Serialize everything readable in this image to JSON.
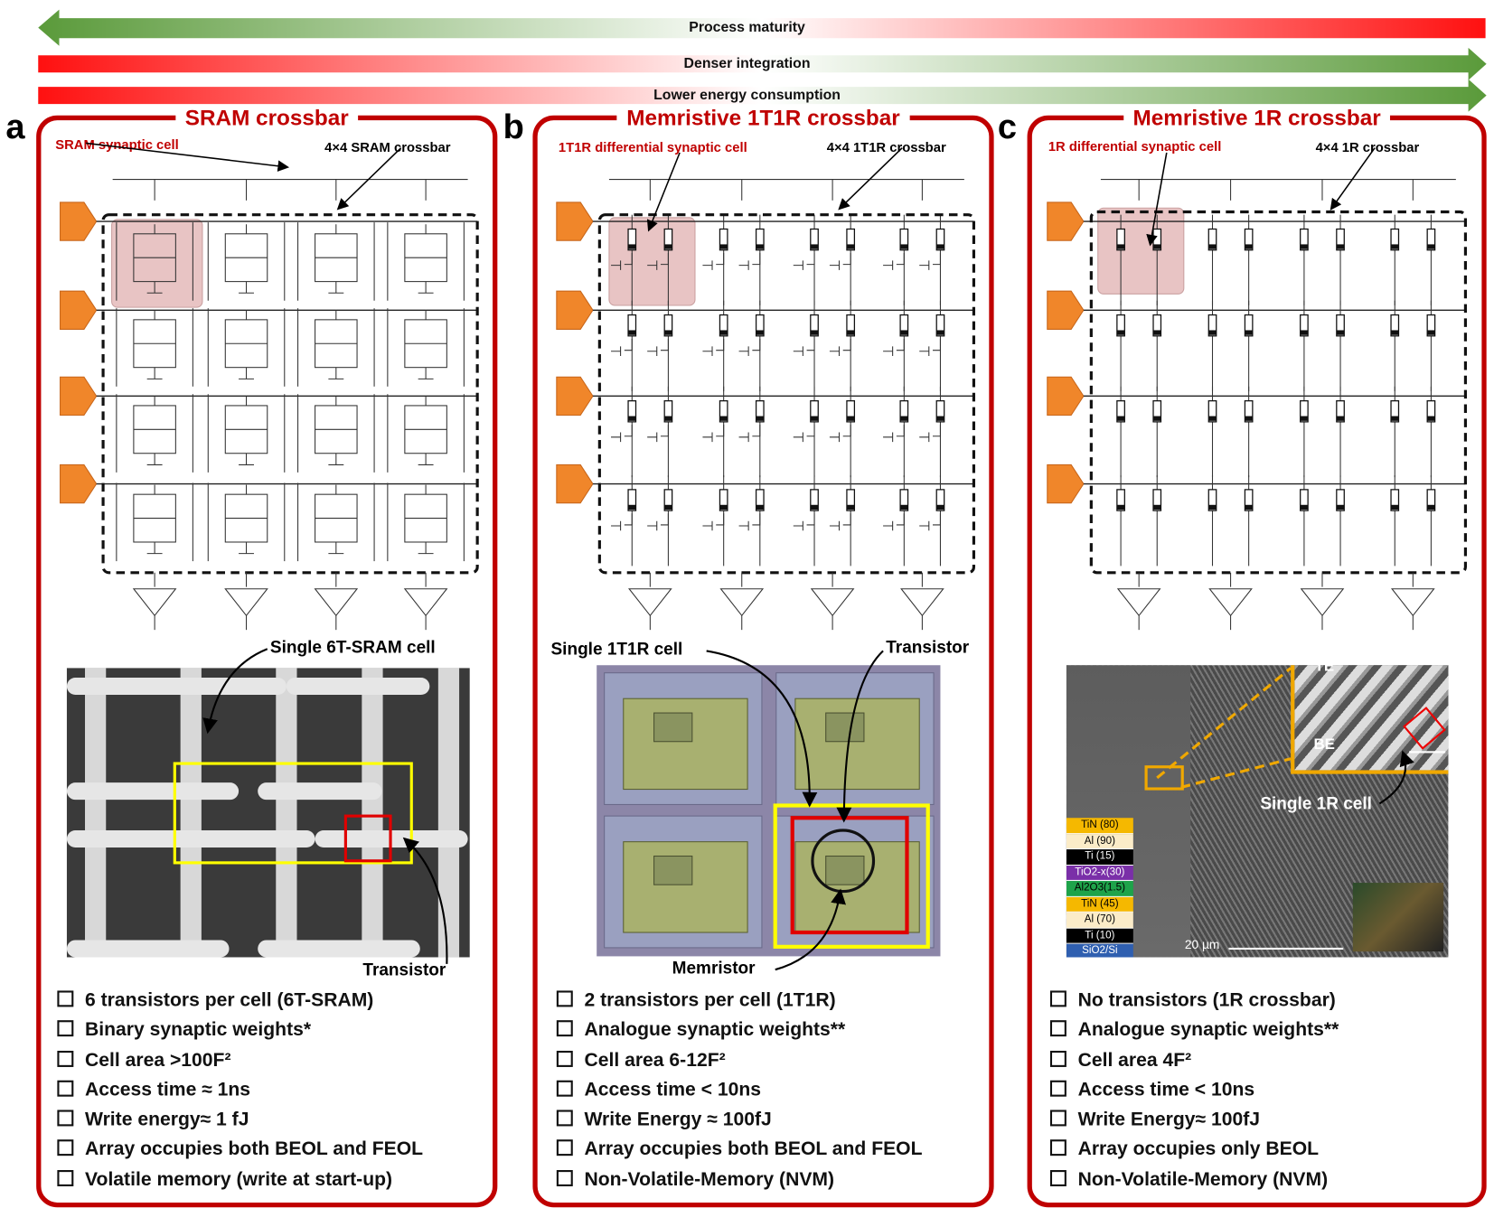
{
  "arrows": [
    {
      "label": "Process maturity",
      "direction": "left"
    },
    {
      "label": "Denser integration",
      "direction": "right"
    },
    {
      "label": "Lower energy consumption",
      "direction": "right"
    }
  ],
  "colors": {
    "red": "#c00000",
    "green": "#70a844",
    "orange": "#f0862a",
    "yellow": "#ffff00",
    "highlight": "#e8c4c4"
  },
  "panels": [
    {
      "letter": "a",
      "title": "SRAM crossbar",
      "cell_label": "SRAM synaptic cell",
      "array_label": "4×4 SRAM crossbar",
      "callouts": {
        "cell": "Single 6T-SRAM cell",
        "transistor": "Transistor"
      },
      "bullets": [
        "6 transistors per cell (6T-SRAM)",
        "Binary synaptic weights*",
        "Cell area >100F²",
        "Access time ≈ 1ns",
        "Write energy≈ 1 fJ",
        "Array occupies both BEOL and FEOL",
        "Volatile memory (write at start-up)"
      ]
    },
    {
      "letter": "b",
      "title": "Memristive 1T1R crossbar",
      "cell_label": "1T1R differential  synaptic cell",
      "array_label": "4×4 1T1R crossbar",
      "callouts": {
        "cell": "Single 1T1R cell",
        "transistor": "Transistor",
        "memristor": "Memristor"
      },
      "bullets": [
        "2 transistors per cell (1T1R)",
        "Analogue synaptic weights**",
        "Cell area 6-12F²",
        "Access time < 10ns",
        "Write Energy ≈ 100fJ",
        "Array occupies both BEOL and FEOL",
        "Non-Volatile-Memory (NVM)"
      ]
    },
    {
      "letter": "c",
      "title": "Memristive 1R crossbar",
      "cell_label": "1R differential  synaptic cell",
      "array_label": "4×4 1R crossbar",
      "callouts": {
        "cell": "Single 1R cell",
        "te": "TE",
        "be": "BE",
        "scale": "20 µm"
      },
      "stack": [
        {
          "label": "TiN (80)",
          "color": "#f5b800",
          "text": "#000"
        },
        {
          "label": "Al (90)",
          "color": "#fbecc8",
          "text": "#000"
        },
        {
          "label": "Ti (15)",
          "color": "#000000",
          "text": "#fff"
        },
        {
          "label": "TiO2-x(30)",
          "color": "#7a2fa8",
          "text": "#fff"
        },
        {
          "label": "Al2O3(1.5)",
          "color": "#1ea34a",
          "text": "#000"
        },
        {
          "label": "TiN (45)",
          "color": "#f5b800",
          "text": "#000"
        },
        {
          "label": "Al (70)",
          "color": "#fbecc8",
          "text": "#000"
        },
        {
          "label": "Ti (10)",
          "color": "#000000",
          "text": "#fff"
        },
        {
          "label": "SiO2/Si",
          "color": "#2f5fb0",
          "text": "#fff"
        }
      ],
      "bullets": [
        "No transistors (1R crossbar)",
        "Analogue synaptic weights**",
        "Cell area 4F²",
        "Access time < 10ns",
        "Write Energy≈ 100fJ",
        "Array occupies only BEOL",
        "Non-Volatile-Memory (NVM)"
      ]
    }
  ]
}
